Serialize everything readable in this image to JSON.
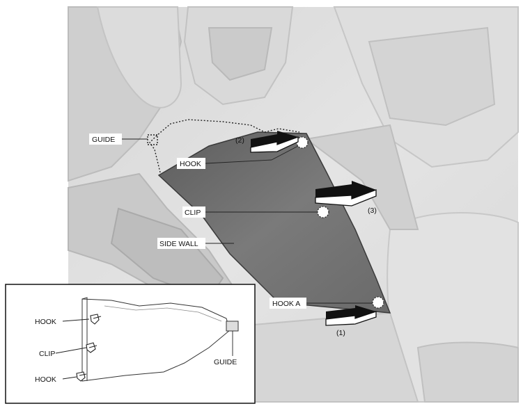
{
  "labels": {
    "guide": "GUIDE",
    "hook_upper": "HOOK",
    "clip": "CLIP",
    "side_wall": "SIDE WALL",
    "hook_a": "HOOK A",
    "step_1": "(1)",
    "step_2": "(2)",
    "step_3": "(3)"
  },
  "inset": {
    "hook_top": "HOOK",
    "clip": "CLIP",
    "hook_bottom": "HOOK",
    "guide": "GUIDE"
  },
  "colors": {
    "panel": "#6f6f6f",
    "background_light": "#e6e6e6",
    "background_mid": "#d2d2d2",
    "outline": "#1a1a1a"
  }
}
